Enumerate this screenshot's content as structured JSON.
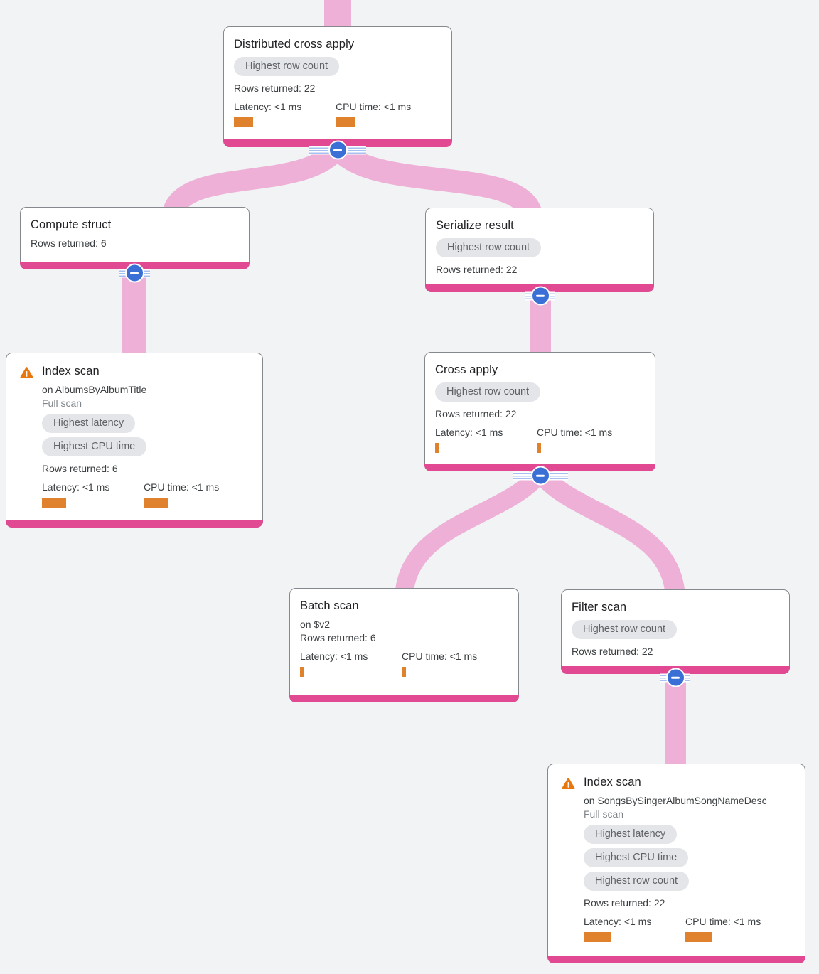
{
  "colors": {
    "background": "#f1f3f4",
    "edge_pink": "#eeb0d6",
    "node_bottom_bar_magenta": "#e14a92",
    "badge_gray_bg": "#e4e5e8",
    "badge_gray_text": "#5f6368",
    "metric_bar_orange": "#e0812e",
    "warning_orange": "#e8770e",
    "collapse_button_blue": "#3a6fd6"
  },
  "nodes": {
    "distributed_cross_apply": {
      "title": "Distributed cross apply",
      "badge_row_count": "Highest row count",
      "rows": "Rows returned: 22",
      "latency": "Latency: <1 ms",
      "cpu": "CPU time: <1 ms",
      "latency_bar_w": 27,
      "cpu_bar_w": 27
    },
    "compute_struct": {
      "title": "Compute struct",
      "rows": "Rows returned: 6"
    },
    "serialize_result": {
      "title": "Serialize result",
      "badge_row_count": "Highest row count",
      "rows": "Rows returned: 22"
    },
    "index_scan_albums": {
      "title": "Index scan",
      "on": "on AlbumsByAlbumTitle",
      "scan_type": "Full scan",
      "badge_latency": "Highest latency",
      "badge_cpu": "Highest CPU time",
      "rows": "Rows returned: 6",
      "latency": "Latency: <1 ms",
      "cpu": "CPU time: <1 ms",
      "latency_bar_w": 34,
      "cpu_bar_w": 34
    },
    "cross_apply": {
      "title": "Cross apply",
      "badge_row_count": "Highest row count",
      "rows": "Rows returned: 22",
      "latency": "Latency: <1 ms",
      "cpu": "CPU time: <1 ms",
      "latency_bar_w": 6,
      "cpu_bar_w": 6
    },
    "batch_scan": {
      "title": "Batch scan",
      "on": "on $v2",
      "rows": "Rows returned: 6",
      "latency": "Latency: <1 ms",
      "cpu": "CPU time: <1 ms",
      "latency_bar_w": 6,
      "cpu_bar_w": 6
    },
    "filter_scan": {
      "title": "Filter scan",
      "badge_row_count": "Highest row count",
      "rows": "Rows returned: 22"
    },
    "index_scan_songs": {
      "title": "Index scan",
      "on": "on SongsBySingerAlbumSongNameDesc",
      "scan_type": "Full scan",
      "badge_latency": "Highest latency",
      "badge_cpu": "Highest CPU time",
      "badge_row_count": "Highest row count",
      "rows": "Rows returned: 22",
      "latency": "Latency: <1 ms",
      "cpu": "CPU time: <1 ms",
      "latency_bar_w": 38,
      "cpu_bar_w": 37
    }
  }
}
